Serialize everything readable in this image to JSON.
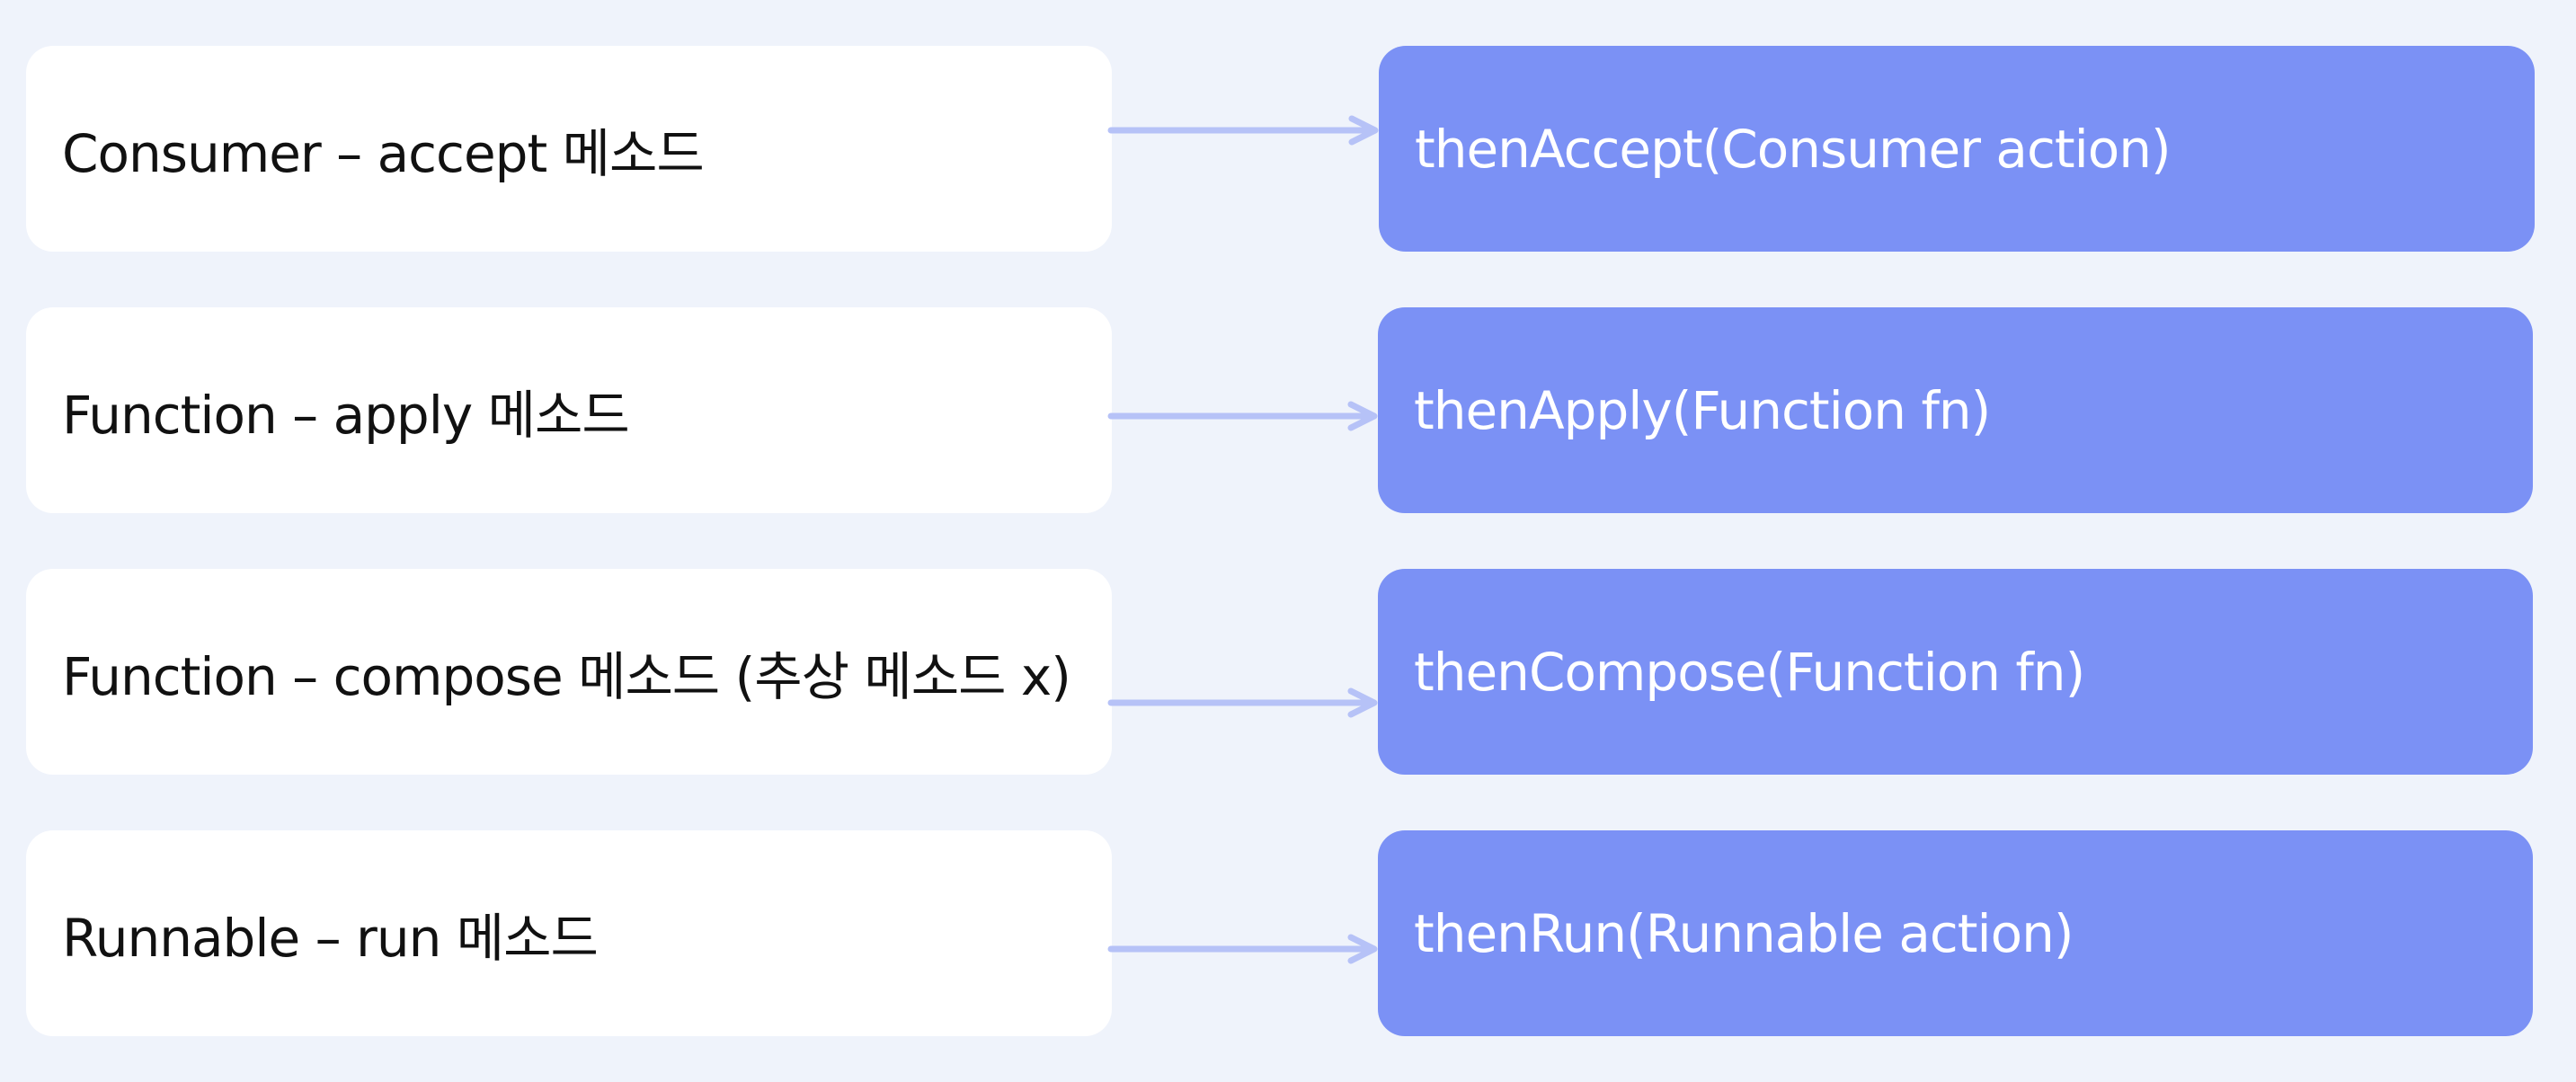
{
  "colors": {
    "background": "#eff3fb",
    "left_card": "#ffffff",
    "right_card": "#7b91f5",
    "arrow": "#b6c2f7"
  },
  "rows": [
    {
      "interface_method": "Consumer – accept 메소드",
      "completable_method": "thenAccept(Consumer action)"
    },
    {
      "interface_method": "Function – apply 메소드",
      "completable_method": "thenApply(Function fn)"
    },
    {
      "interface_method": "Function – compose 메소드 (추상 메소드 x)",
      "completable_method": "thenCompose(Function fn)"
    },
    {
      "interface_method": "Runnable – run 메소드",
      "completable_method": "thenRun(Runnable action)"
    }
  ]
}
